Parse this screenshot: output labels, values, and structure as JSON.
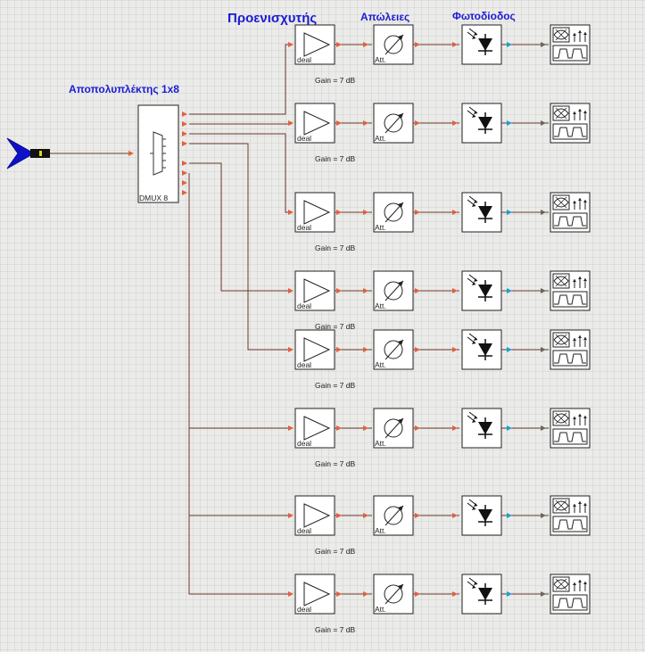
{
  "headers": {
    "preamp": "Προενισχυτής",
    "losses": "Απώλειες",
    "photodiode": "Φωτοδίοδος",
    "demux": "Αποπολυπλέκτης 1x8"
  },
  "demux_label": "DMUX 8",
  "amp_label": "deal",
  "att_label": "Att.",
  "channels": [
    {
      "gain": "Gain = 7 dB"
    },
    {
      "gain": "Gain = 7 dB"
    },
    {
      "gain": "Gain = 7 dB"
    },
    {
      "gain": "Gain = 7 dB"
    },
    {
      "gain": "Gain = 7 dB"
    },
    {
      "gain": "Gain = 7 dB"
    },
    {
      "gain": "Gain = 7 dB"
    },
    {
      "gain": "Gain = 7 dB"
    }
  ],
  "colors": {
    "header": "#1b1bd6",
    "source": "#1010c8",
    "wire": "#6b3a2a",
    "optical_port": "#e06040",
    "electrical_port": "#1aa0d0",
    "block_fill": "#ffffff",
    "block_border": "#222222"
  }
}
